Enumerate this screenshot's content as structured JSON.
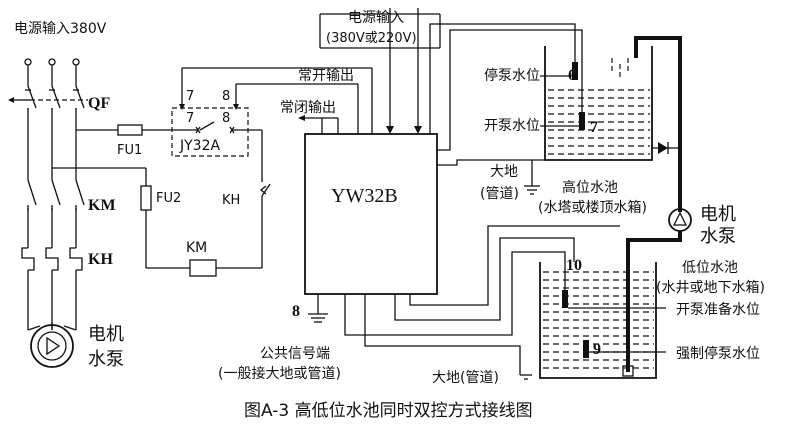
{
  "labels": {
    "power_input_380": "电源输入380V",
    "qf": "QF",
    "fu1": "FU1",
    "fu2": "FU2",
    "km_contact": "KM",
    "kh_relay": "KH",
    "kh_contact": "KH",
    "km_coil": "KM",
    "relay_model": "JY32A",
    "terminal_7a": "7",
    "terminal_8a": "8",
    "terminal_7b": "7",
    "terminal_8b": "8",
    "normally_open_out": "常开输出",
    "normally_closed_out": "常闭输出",
    "power_input_top": "电源输入",
    "power_input_voltage": "(380V或220V)",
    "controller_model": "YW32B",
    "terminal_8_ground": "8",
    "common_signal": "公共信号端",
    "common_signal_note": "(一般接大地或管道)",
    "motor_pump_line1": "电机",
    "motor_pump_line2": "水泵",
    "stop_pump_level": "停泵水位",
    "start_pump_level": "开泵水位",
    "probe_6": "6",
    "probe_7": "7",
    "earth_pipe_top1": "大地",
    "earth_pipe_top2": "(管道)",
    "high_tank": "高位水池",
    "high_tank_note": "(水塔或楼顶水箱)",
    "pump_right_line1": "电机",
    "pump_right_line2": "水泵",
    "low_tank": "低位水池",
    "low_tank_note": "(水井或地下水箱)",
    "probe_10": "10",
    "probe_9": "9",
    "start_ready_level": "开泵准备水位",
    "forced_stop_level": "强制停泵水位",
    "earth_pipe_bottom": "大地(管道)",
    "caption": "图A-3   高低位水池同时双控方式接线图"
  }
}
